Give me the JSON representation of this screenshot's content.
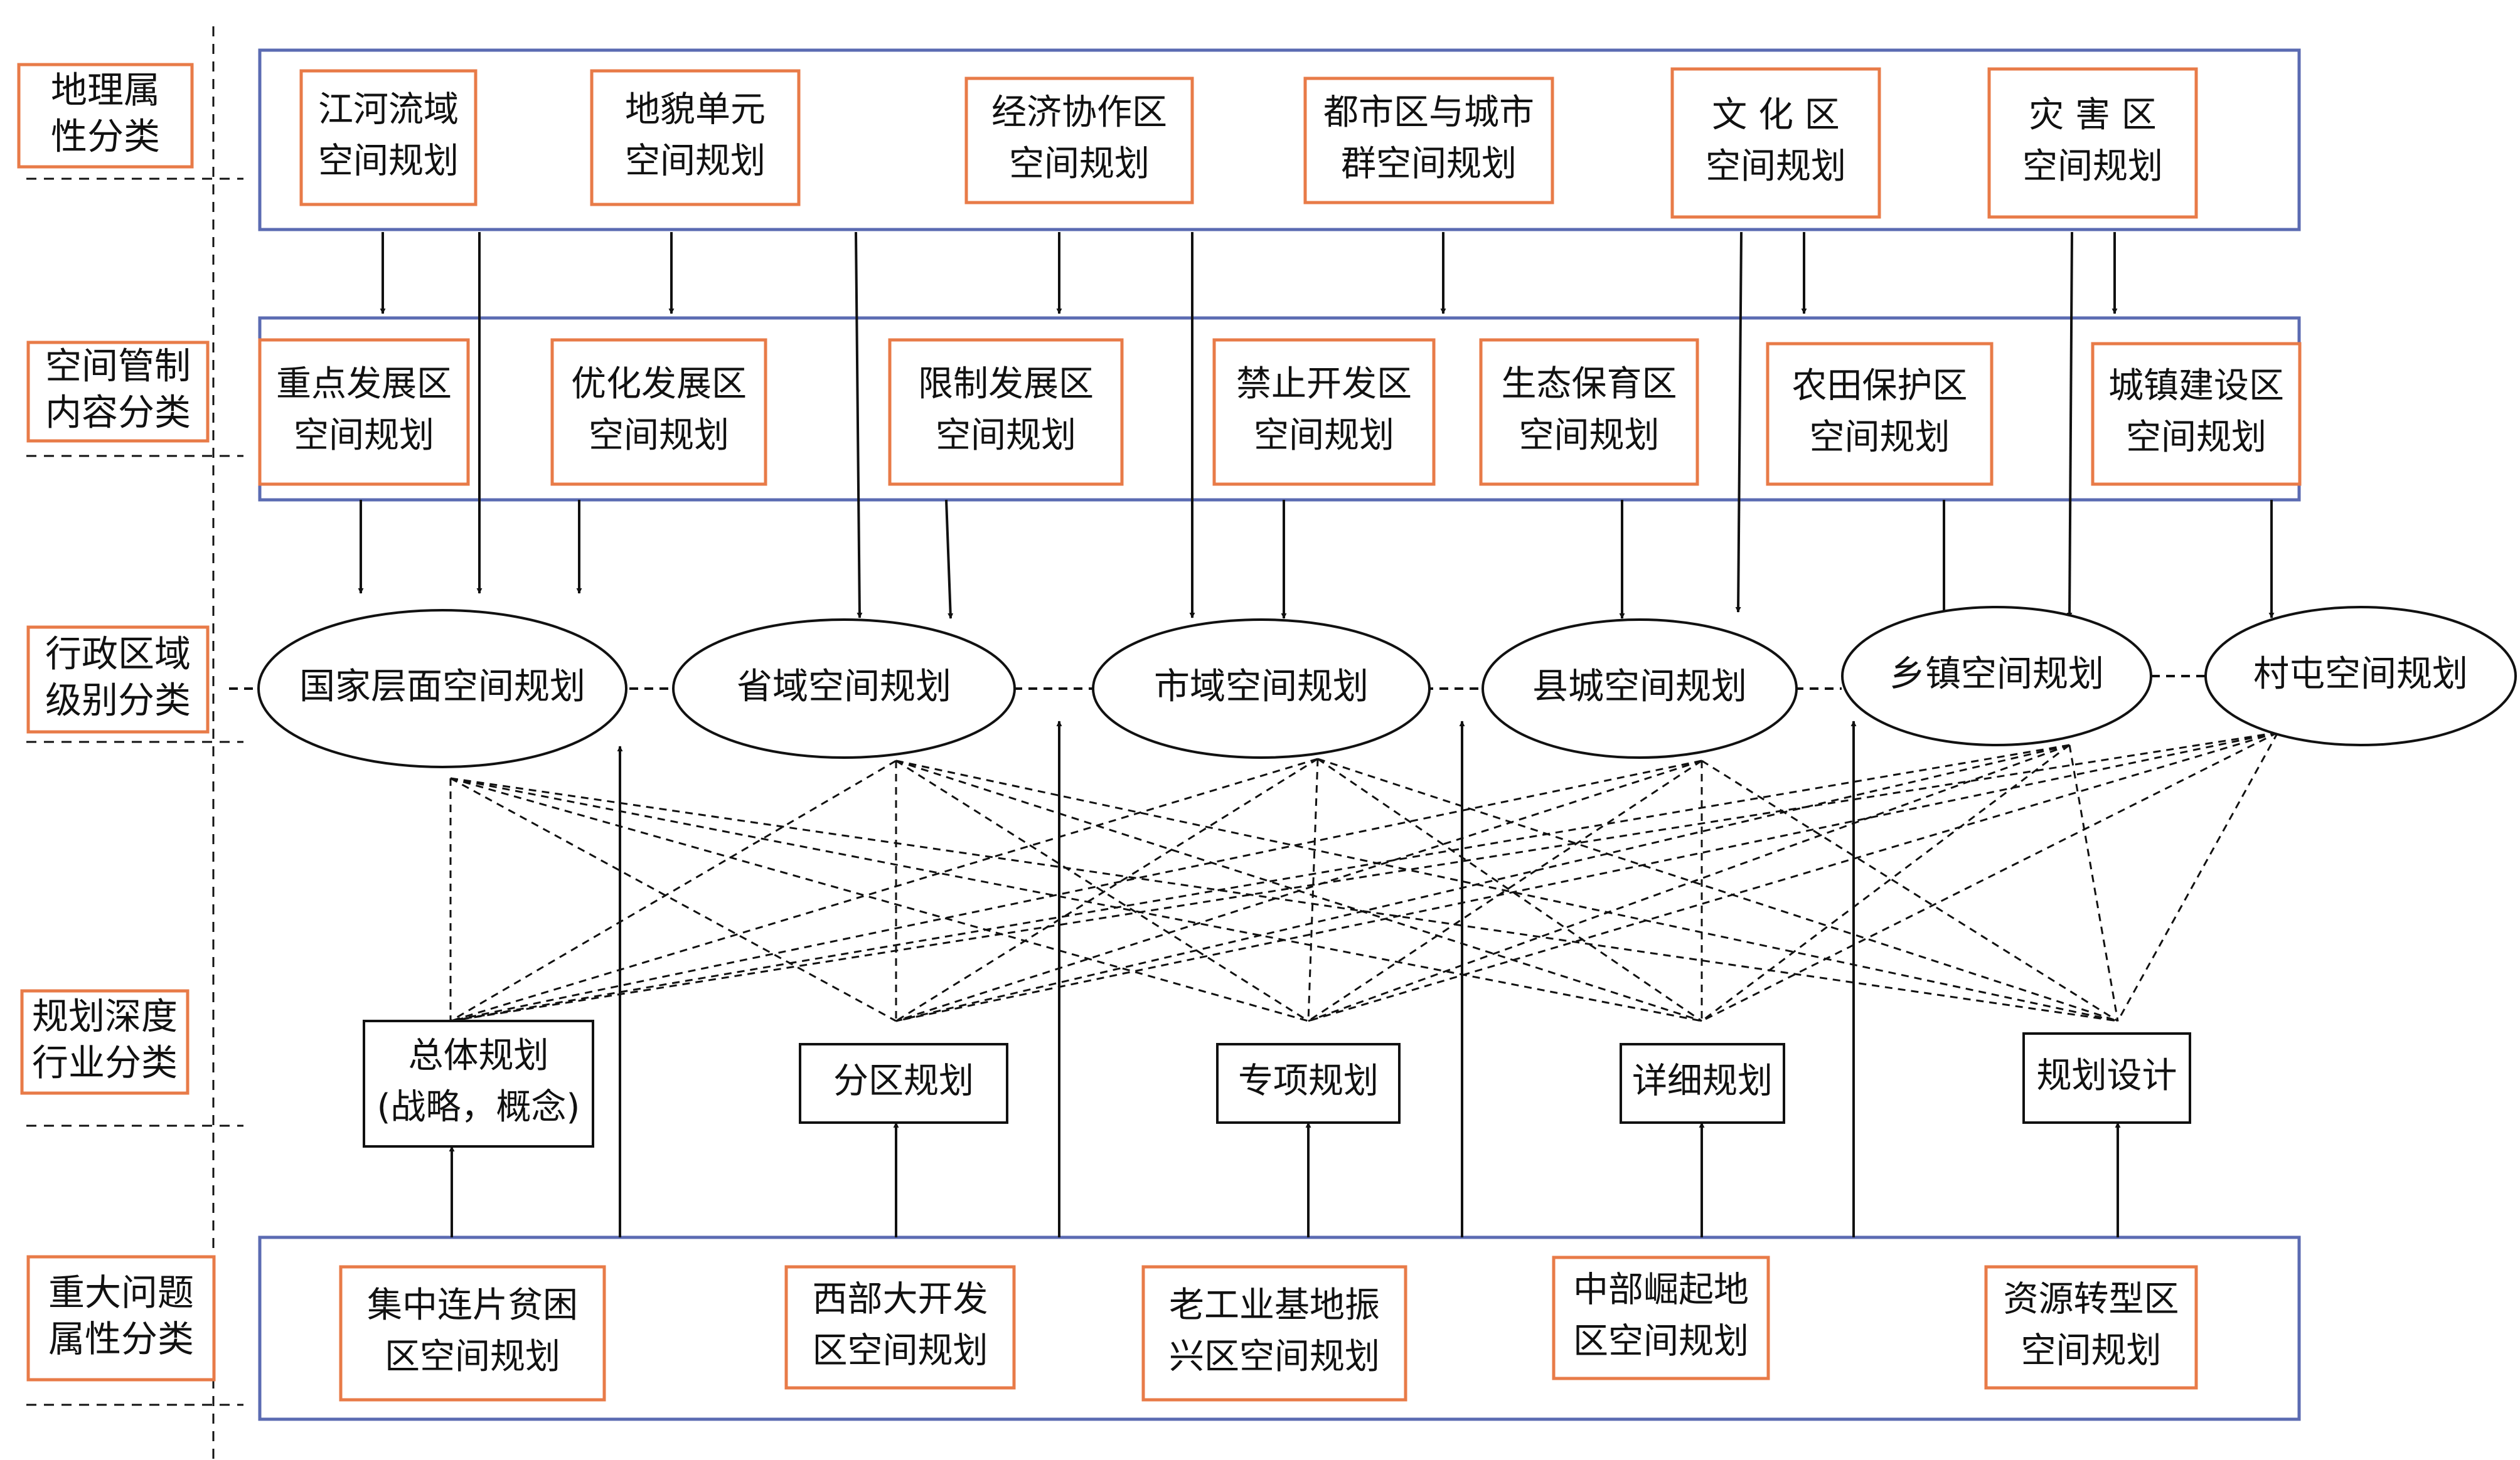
{
  "colors": {
    "panel_border": "#5b6bb2",
    "box_border": "#e87b48",
    "line": "#111111",
    "background": "#ffffff"
  },
  "categories": [
    [
      "地理属",
      "性分类"
    ],
    [
      "空间管制",
      "内容分类"
    ],
    [
      "行政区域",
      "级别分类"
    ],
    [
      "规划深度",
      "行业分类"
    ],
    [
      "重大问题",
      "属性分类"
    ]
  ],
  "geography": [
    [
      "江河流域",
      "空间规划"
    ],
    [
      "地貌单元",
      "空间规划"
    ],
    [
      "经济协作区",
      "空间规划"
    ],
    [
      "都市区与城市",
      "群空间规划"
    ],
    [
      "文 化 区",
      "空间规划"
    ],
    [
      "灾 害 区",
      "空间规划"
    ]
  ],
  "control": [
    [
      "重点发展区",
      "空间规划"
    ],
    [
      "优化发展区",
      "空间规划"
    ],
    [
      "限制发展区",
      "空间规划"
    ],
    [
      "禁止开发区",
      "空间规划"
    ],
    [
      "生态保育区",
      "空间规划"
    ],
    [
      "农田保护区",
      "空间规划"
    ],
    [
      "城镇建设区",
      "空间规划"
    ]
  ],
  "administrative": [
    "国家层面空间规划",
    "省域空间规划",
    "市域空间规划",
    "县城空间规划",
    "乡镇空间规划",
    "村屯空间规划"
  ],
  "depth": [
    [
      "总体规划",
      "(战略，概念)"
    ],
    [
      "分区规划"
    ],
    [
      "专项规划"
    ],
    [
      "详细规划"
    ],
    [
      "规划设计"
    ]
  ],
  "issues": [
    [
      "集中连片贫困",
      "区空间规划"
    ],
    [
      "西部大开发",
      "区空间规划"
    ],
    [
      "老工业基地振",
      "兴区空间规划"
    ],
    [
      "中部崛起地",
      "区空间规划"
    ],
    [
      "资源转型区",
      "空间规划"
    ]
  ]
}
